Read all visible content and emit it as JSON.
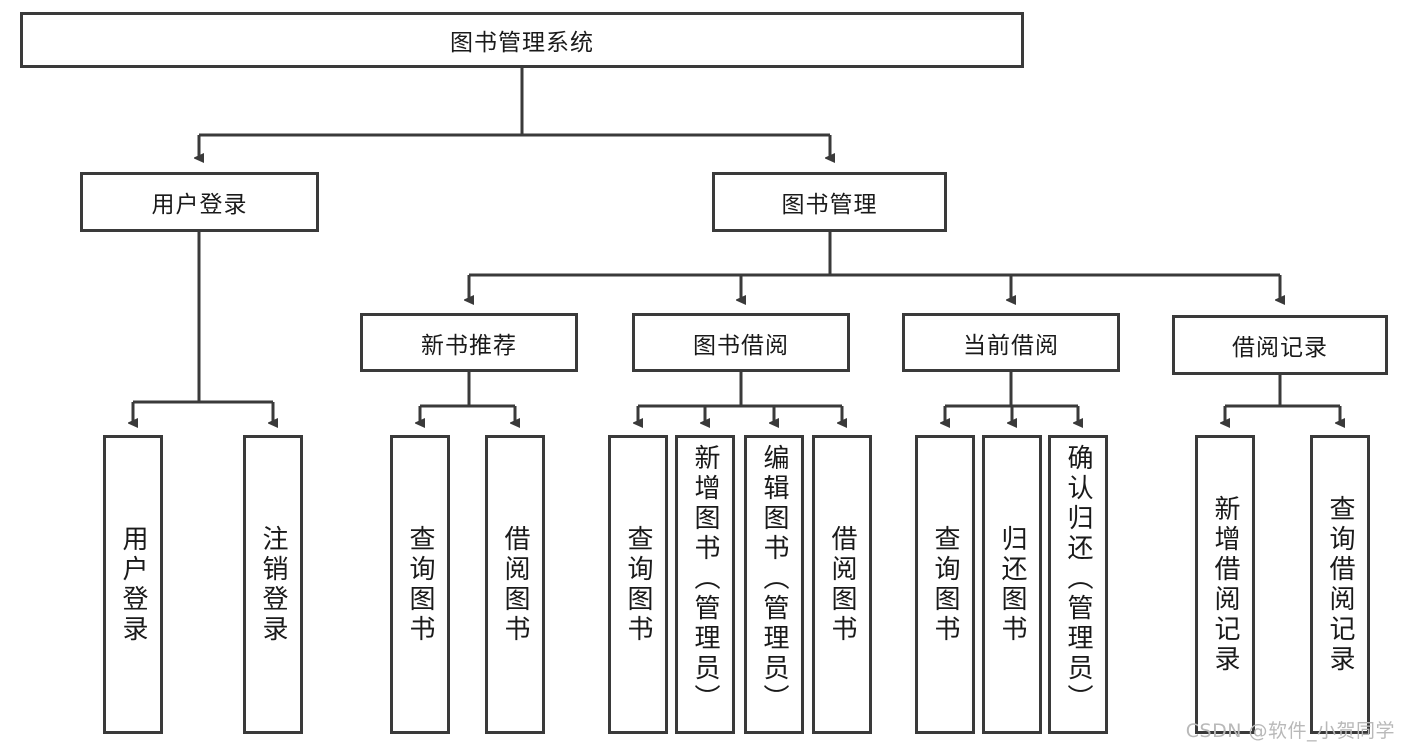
{
  "diagram": {
    "title_node": {
      "label": "图书管理系统"
    },
    "level1": [
      {
        "id": "user-login",
        "label": "用户登录"
      },
      {
        "id": "book-management",
        "label": "图书管理"
      }
    ],
    "level2": [
      {
        "id": "new-book-recommend",
        "label": "新书推荐"
      },
      {
        "id": "book-borrow",
        "label": "图书借阅"
      },
      {
        "id": "current-borrow",
        "label": "当前借阅"
      },
      {
        "id": "borrow-record",
        "label": "借阅记录"
      }
    ],
    "leaves": [
      {
        "id": "leaf-user-login",
        "label": "用户登录",
        "parent": "user-login"
      },
      {
        "id": "leaf-logout-login",
        "label": "注销登录",
        "parent": "user-login"
      },
      {
        "id": "leaf-query-book-1",
        "label": "查询图书",
        "parent": "new-book-recommend"
      },
      {
        "id": "leaf-borrow-book-1",
        "label": "借阅图书",
        "parent": "new-book-recommend"
      },
      {
        "id": "leaf-query-book-2",
        "label": "查询图书",
        "parent": "book-borrow"
      },
      {
        "id": "leaf-add-book",
        "label": "新增图书（管理员）",
        "parent": "book-borrow"
      },
      {
        "id": "leaf-edit-book",
        "label": "编辑图书（管理员）",
        "parent": "book-borrow"
      },
      {
        "id": "leaf-borrow-book-2",
        "label": "借阅图书",
        "parent": "book-borrow"
      },
      {
        "id": "leaf-query-book-3",
        "label": "查询图书",
        "parent": "current-borrow"
      },
      {
        "id": "leaf-return-book",
        "label": "归还图书",
        "parent": "current-borrow"
      },
      {
        "id": "leaf-confirm-return",
        "label": "确认归还（管理员）",
        "parent": "current-borrow"
      },
      {
        "id": "leaf-add-record",
        "label": "新增借阅记录",
        "parent": "borrow-record"
      },
      {
        "id": "leaf-query-record",
        "label": "查询借阅记录",
        "parent": "borrow-record"
      }
    ],
    "watermark": "CSDN @软件_小贺同学",
    "colors": {
      "stroke": "#3a3a3a",
      "box_fill": "#ffffff",
      "text": "#1a1a1a",
      "watermark": "#b9b9b9",
      "background": "#ffffff"
    }
  }
}
